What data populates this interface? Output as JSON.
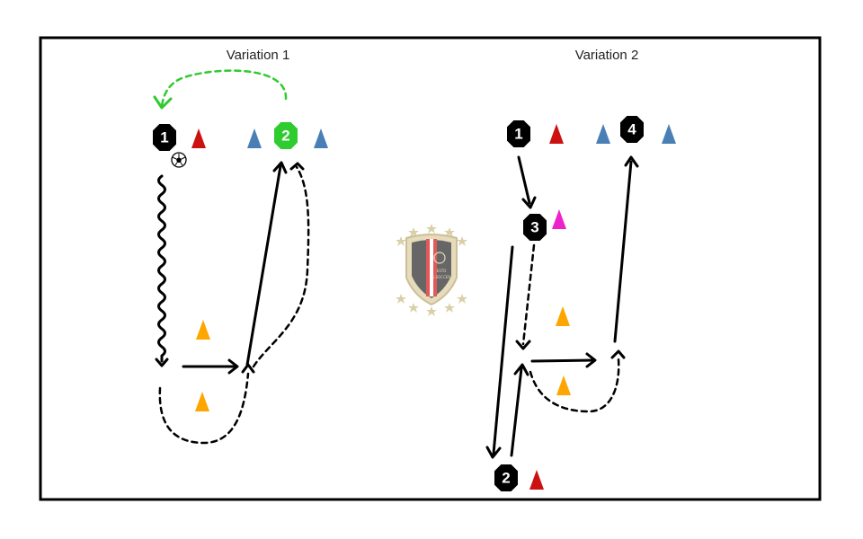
{
  "diagram": {
    "titles": {
      "variation_1": "Variation 1",
      "variation_2": "Variation 2"
    },
    "players": {
      "v1_p1": "1",
      "v1_p2": "2",
      "v2_p1": "1",
      "v2_p2": "2",
      "v2_p3": "3",
      "v2_p4": "4"
    },
    "colors": {
      "player": "#000000",
      "player_highlight": "#2ecc2e",
      "cone_red": "#cc1111",
      "cone_blue": "#4a7fb5",
      "cone_orange": "#ffa500",
      "cone_magenta": "#ee22cc",
      "rotation_arrow": "#2ecc2e",
      "border": "#000000"
    },
    "icons": [
      "soccer-ball-icon",
      "club-crest-logo"
    ],
    "crest": {
      "text_top": "ESTD",
      "text_bottom": "S.SOCCER"
    }
  }
}
